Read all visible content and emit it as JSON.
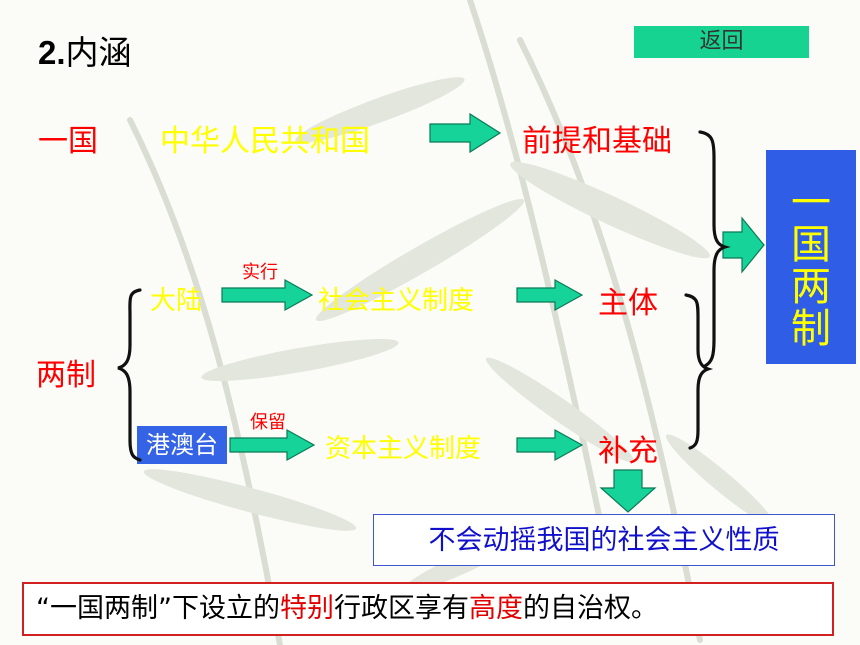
{
  "title": {
    "number": "2.",
    "text": "内涵"
  },
  "back_button": {
    "label": "返回"
  },
  "rows": {
    "yiguo": {
      "label": "一国",
      "subject": "中华人民共和国",
      "result": "前提和基础"
    },
    "mainland": {
      "label": "大陆",
      "action": "实行",
      "system": "社会主义制度",
      "result": "主体"
    },
    "hkmt": {
      "label": "港澳台",
      "action": "保留",
      "system": "资本主义制度",
      "result": "补充"
    }
  },
  "liangzhi_label": "两制",
  "yiguo_liangzhi_box": {
    "chars": [
      "一",
      "国",
      "两",
      "制"
    ]
  },
  "conclusion": "不会动摇我国的社会主义性质",
  "summary": {
    "before": "“一国两制”下设立的",
    "highlight1": "特别",
    "middle": "行政区享有",
    "highlight2": "高度",
    "after": "的自治权。"
  },
  "colors": {
    "arrow": "#16d39a",
    "red": "#ff0000",
    "yellow": "#ffff00",
    "blue_box": "#2f5de6",
    "back_button": "#17d391"
  }
}
